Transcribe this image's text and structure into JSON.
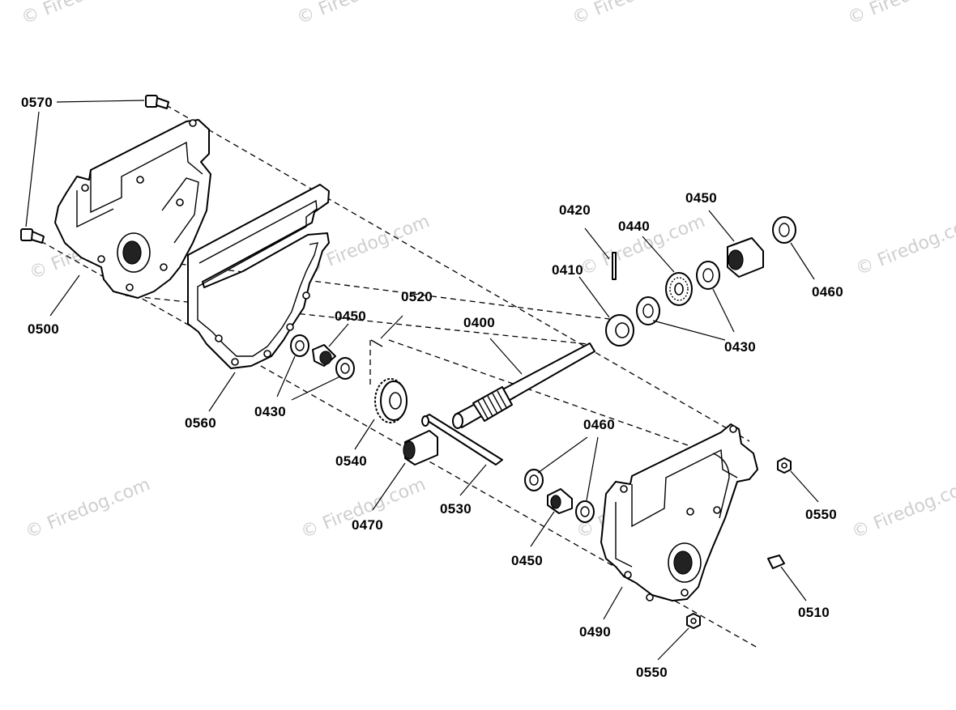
{
  "watermark": {
    "text": "© Firedog.com",
    "color": "#cfcfcf"
  },
  "callouts": [
    {
      "id": "c0570",
      "text": "0570"
    },
    {
      "id": "c0500",
      "text": "0500"
    },
    {
      "id": "c0560",
      "text": "0560"
    },
    {
      "id": "c0430a",
      "text": "0430"
    },
    {
      "id": "c0450a",
      "text": "0450"
    },
    {
      "id": "c0520",
      "text": "0520"
    },
    {
      "id": "c0540",
      "text": "0540"
    },
    {
      "id": "c0470",
      "text": "0470"
    },
    {
      "id": "c0530",
      "text": "0530"
    },
    {
      "id": "c0400",
      "text": "0400"
    },
    {
      "id": "c0420",
      "text": "0420"
    },
    {
      "id": "c0410",
      "text": "0410"
    },
    {
      "id": "c0440",
      "text": "0440"
    },
    {
      "id": "c0450b",
      "text": "0450"
    },
    {
      "id": "c0460a",
      "text": "0460"
    },
    {
      "id": "c0430b",
      "text": "0430"
    },
    {
      "id": "c0460b",
      "text": "0460"
    },
    {
      "id": "c0450c",
      "text": "0450"
    },
    {
      "id": "c0550a",
      "text": "0550"
    },
    {
      "id": "c0510",
      "text": "0510"
    },
    {
      "id": "c0490",
      "text": "0490"
    },
    {
      "id": "c0550b",
      "text": "0550"
    }
  ]
}
